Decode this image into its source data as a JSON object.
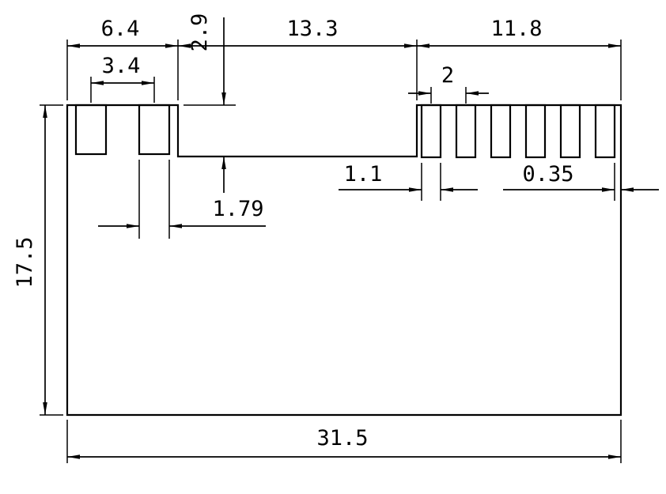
{
  "drawing": {
    "type": "technical-dimension-drawing",
    "colors": {
      "line": "#000000",
      "background": "#ffffff"
    },
    "dims": {
      "top_left_width": "6.4",
      "notch_depth": "2.9",
      "notch_width": "13.3",
      "top_right_width": "11.8",
      "left_slot_pitch": "3.4",
      "left_slot_width": "1.79",
      "right_slot_pitch": "2",
      "right_slot_width": "1.1",
      "right_edge_rib": "0.35",
      "overall_height": "17.5",
      "overall_width": "31.5"
    }
  }
}
